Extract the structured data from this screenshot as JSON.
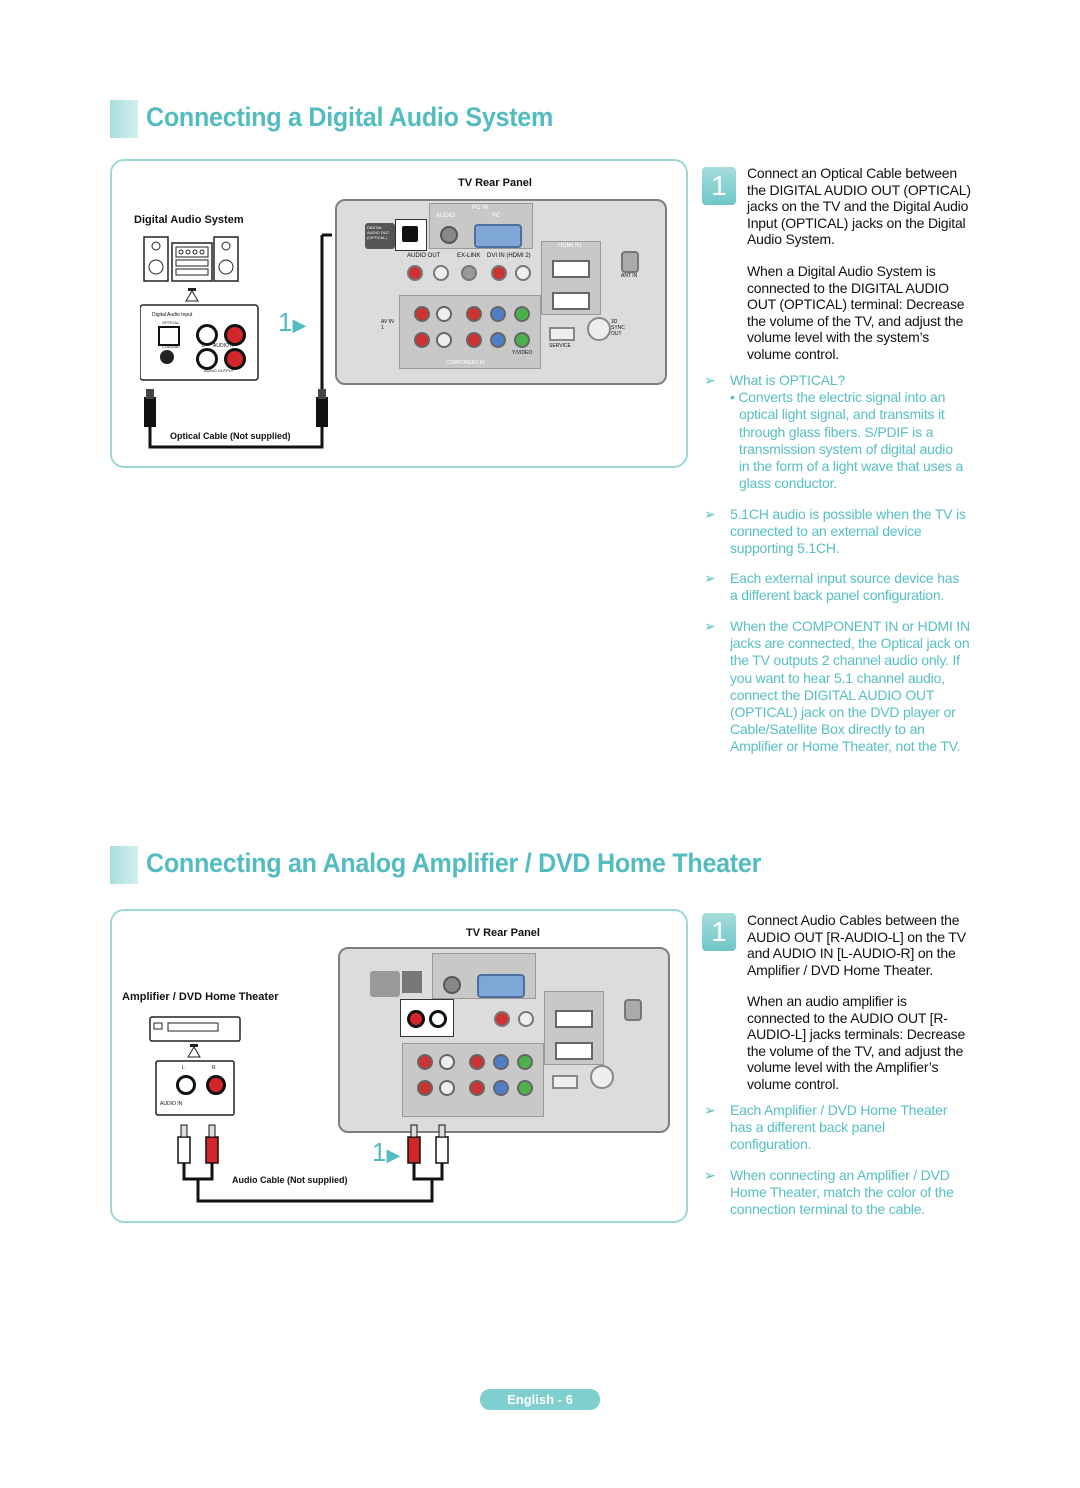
{
  "section1": {
    "title": "Connecting a Digital Audio System",
    "diagram": {
      "panel_label": "TV Rear Panel",
      "device_label": "Digital Audio System",
      "cable_label": "Optical Cable (Not supplied)",
      "step_marker": "1",
      "port_labels": {
        "pc_in": "PC IN",
        "audio": "AUDIO",
        "pc": "PC",
        "digital_audio_out": "DIGITAL AUDIO OUT (OPTICAL)",
        "audio_out": "AUDIO OUT",
        "ex_link": "EX-LINK",
        "dvi_in": "DVI IN (HDMI 2)",
        "hdmi_in": "HDMI IN",
        "ant_in": "ANT IN",
        "av_in": "AV IN 1",
        "component_in": "COMPONENT IN",
        "service": "SERVICE",
        "sync_out": "3D SYNC OUT",
        "audio_l": "AUDIO - L",
        "audio_r": "R",
        "video": "Y/VIDEO",
        "device_optical": "OPTICAL",
        "device_coaxial": "COAXIAL",
        "device_audio_output": "AUDIO OUTPUT",
        "device_digital_input": "Digital Audio Input",
        "device_l": "L",
        "device_audio": "AUDIO",
        "device_r": "R"
      }
    },
    "step": {
      "number": "1",
      "text_1": "Connect an Optical Cable between the DIGITAL AUDIO OUT (OPTICAL) jacks on the TV and the Digital Audio Input (OPTICAL) jacks on the Digital Audio System.",
      "text_2": "When a Digital Audio System is connected to the DIGITAL AUDIO OUT (OPTICAL) terminal: Decrease the volume of the TV, and adjust the volume level with the system’s volume control."
    },
    "notes": [
      {
        "heading": "What is OPTICAL?",
        "text": "• Converts the electric signal into an optical light signal, and transmits it through glass fibers. S/PDIF is a transmission system of digital audio in the form of a light wave that uses a glass conductor."
      },
      {
        "text": "5.1CH audio is possible when the TV is connected to an external device supporting 5.1CH."
      },
      {
        "text": "Each external input source device has a different back panel configuration."
      },
      {
        "text": "When the COMPONENT IN or HDMI IN jacks are connected, the Optical jack on the TV outputs 2 channel audio only. If you want to hear 5.1 channel audio, connect the DIGITAL AUDIO OUT (OPTICAL) jack on the DVD player or Cable/Satellite Box directly to an Amplifier or Home Theater, not the TV."
      }
    ]
  },
  "section2": {
    "title": "Connecting an Analog Amplifier / DVD Home Theater",
    "diagram": {
      "panel_label": "TV Rear Panel",
      "device_label": "Amplifier / DVD Home Theater",
      "cable_label": "Audio Cable (Not supplied)",
      "step_marker": "1",
      "device_audio_in": "AUDIO IN",
      "device_l": "L",
      "device_r": "R"
    },
    "step": {
      "number": "1",
      "text_1": "Connect Audio Cables between the AUDIO OUT [R-AUDIO-L] on the TV and AUDIO IN [L-AUDIO-R] on the Amplifier / DVD Home Theater.",
      "text_2": "When an audio amplifier is connected to the AUDIO OUT [R-AUDIO-L] jacks terminals: Decrease the volume of the TV, and adjust the volume level with the Amplifier’s volume control."
    },
    "notes": [
      {
        "text": "Each Amplifier / DVD Home Theater has a different back panel configuration."
      },
      {
        "text": "When connecting an Amplifier / DVD Home Theater, match the color of the connection terminal to the cable."
      }
    ]
  },
  "footer": {
    "page_label": "English - 6"
  },
  "colors": {
    "accent": "#53bcc1",
    "note": "#56bfc3",
    "box_border": "#9ed7d6",
    "jack_red": "#d3262a"
  }
}
